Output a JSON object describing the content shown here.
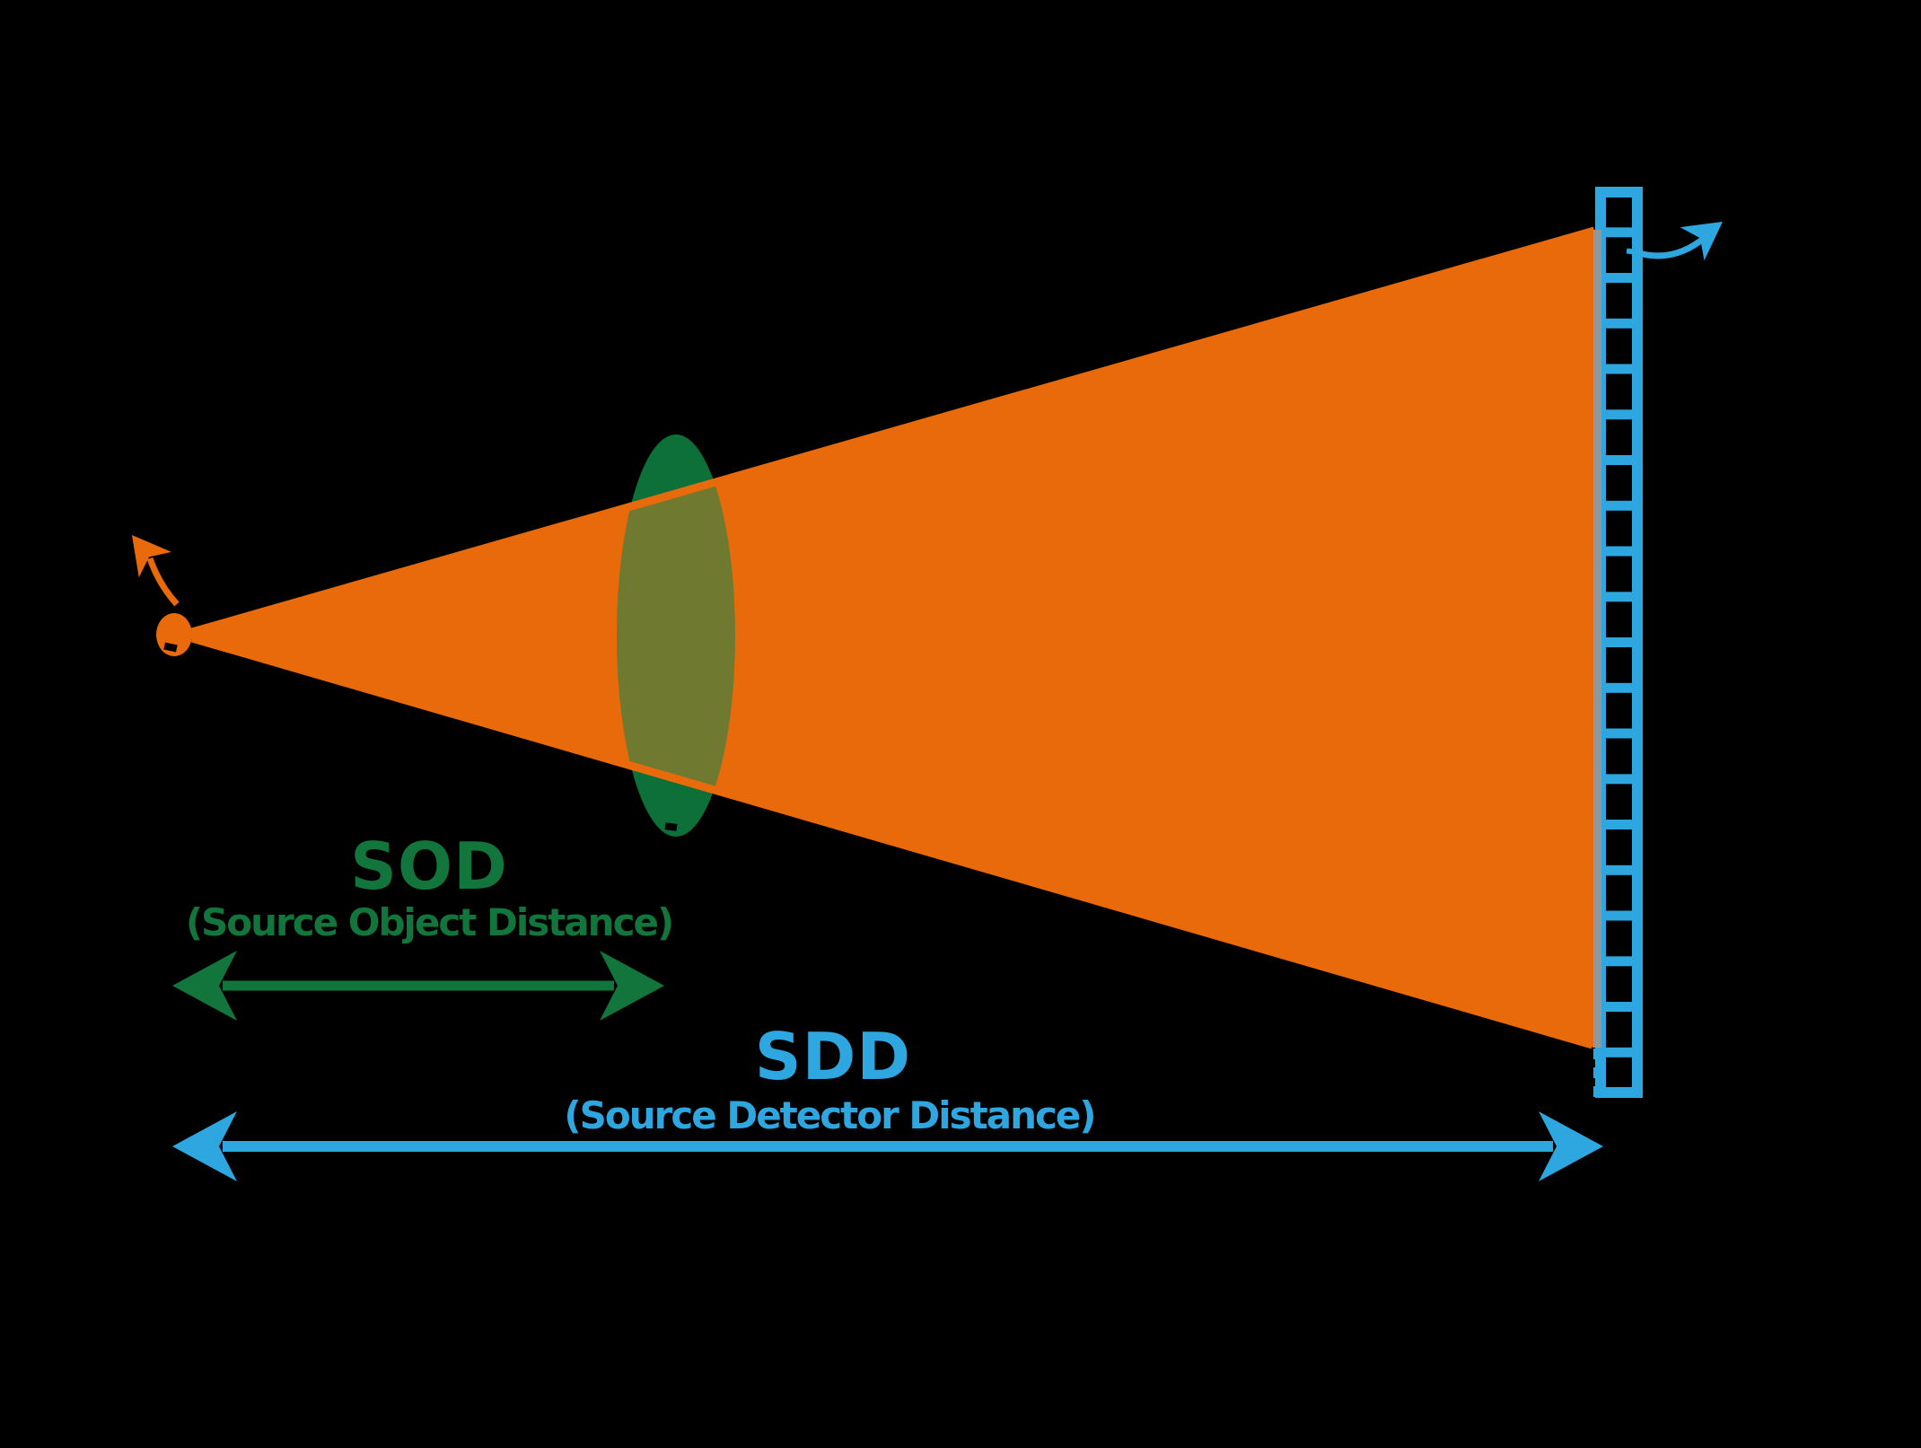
{
  "diagram": {
    "background_color": "#000000",
    "beam": {
      "color": "#E96A0B",
      "description": "cone beam from point source to detector"
    },
    "source": {
      "color": "#E96A0B",
      "rotation_icon": "curved-arrow"
    },
    "object": {
      "fill_color": "#0C7038",
      "overlap_color": "#6F7A30",
      "notch_color": "#000000"
    },
    "detector": {
      "color": "#2EA6DF",
      "cell_count": 20,
      "irradiated_strip_color": "#8E989D",
      "dash_count": 3,
      "rotation_icon": "curved-arrow"
    },
    "sod": {
      "title": "SOD",
      "subtitle": "(Source Object Distance)",
      "color": "#12753B"
    },
    "sdd": {
      "title": "SDD",
      "subtitle": "(Source Detector Distance)",
      "color": "#2EA6DF"
    }
  }
}
